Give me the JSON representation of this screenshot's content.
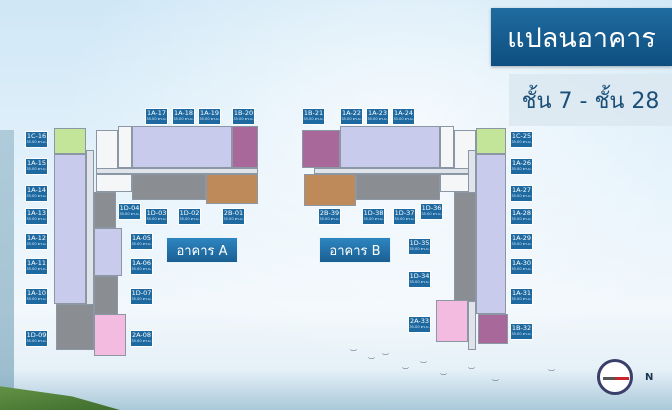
{
  "header": {
    "title": "แปลนอาคาร",
    "floors": "ชั้น 7 - ชั้น 28"
  },
  "buildings": {
    "a": "อาคาร A",
    "b": "อาคาร B"
  },
  "compass_label": "N",
  "unit_size": "35.00 ตร.ม.",
  "units_a": [
    {
      "code": "1A-17"
    },
    {
      "code": "1A-18"
    },
    {
      "code": "1A-19"
    },
    {
      "code": "1B-20"
    },
    {
      "code": "1C-16"
    },
    {
      "code": "1A-15"
    },
    {
      "code": "1A-14"
    },
    {
      "code": "1A-13"
    },
    {
      "code": "1A-12"
    },
    {
      "code": "1A-11"
    },
    {
      "code": "1A-10"
    },
    {
      "code": "1D-09"
    },
    {
      "code": "1D-04"
    },
    {
      "code": "1D-03"
    },
    {
      "code": "1D-02"
    },
    {
      "code": "2B-01"
    },
    {
      "code": "1A-05"
    },
    {
      "code": "1A-06"
    },
    {
      "code": "1D-07"
    },
    {
      "code": "2A-08"
    }
  ],
  "units_b": [
    {
      "code": "1B-21"
    },
    {
      "code": "1A-22"
    },
    {
      "code": "1A-23"
    },
    {
      "code": "1A-24"
    },
    {
      "code": "1C-25"
    },
    {
      "code": "1A-26"
    },
    {
      "code": "1A-27"
    },
    {
      "code": "1A-28"
    },
    {
      "code": "1A-29"
    },
    {
      "code": "1A-30"
    },
    {
      "code": "1A-31"
    },
    {
      "code": "1B-32"
    },
    {
      "code": "2B-39"
    },
    {
      "code": "1D-38"
    },
    {
      "code": "1D-37"
    },
    {
      "code": "1D-36"
    },
    {
      "code": "1D-35"
    },
    {
      "code": "1D-34"
    },
    {
      "code": "2A-33"
    }
  ],
  "colors": {
    "title_bg": "#0f4e80",
    "tag_bg": "#1e6aa0",
    "lavender": "#c9cbed",
    "gray": "#8a8d91",
    "brown": "#bf8a5a",
    "purple": "#a8699a",
    "pink": "#f2bbdf",
    "green": "#c3e59a"
  }
}
